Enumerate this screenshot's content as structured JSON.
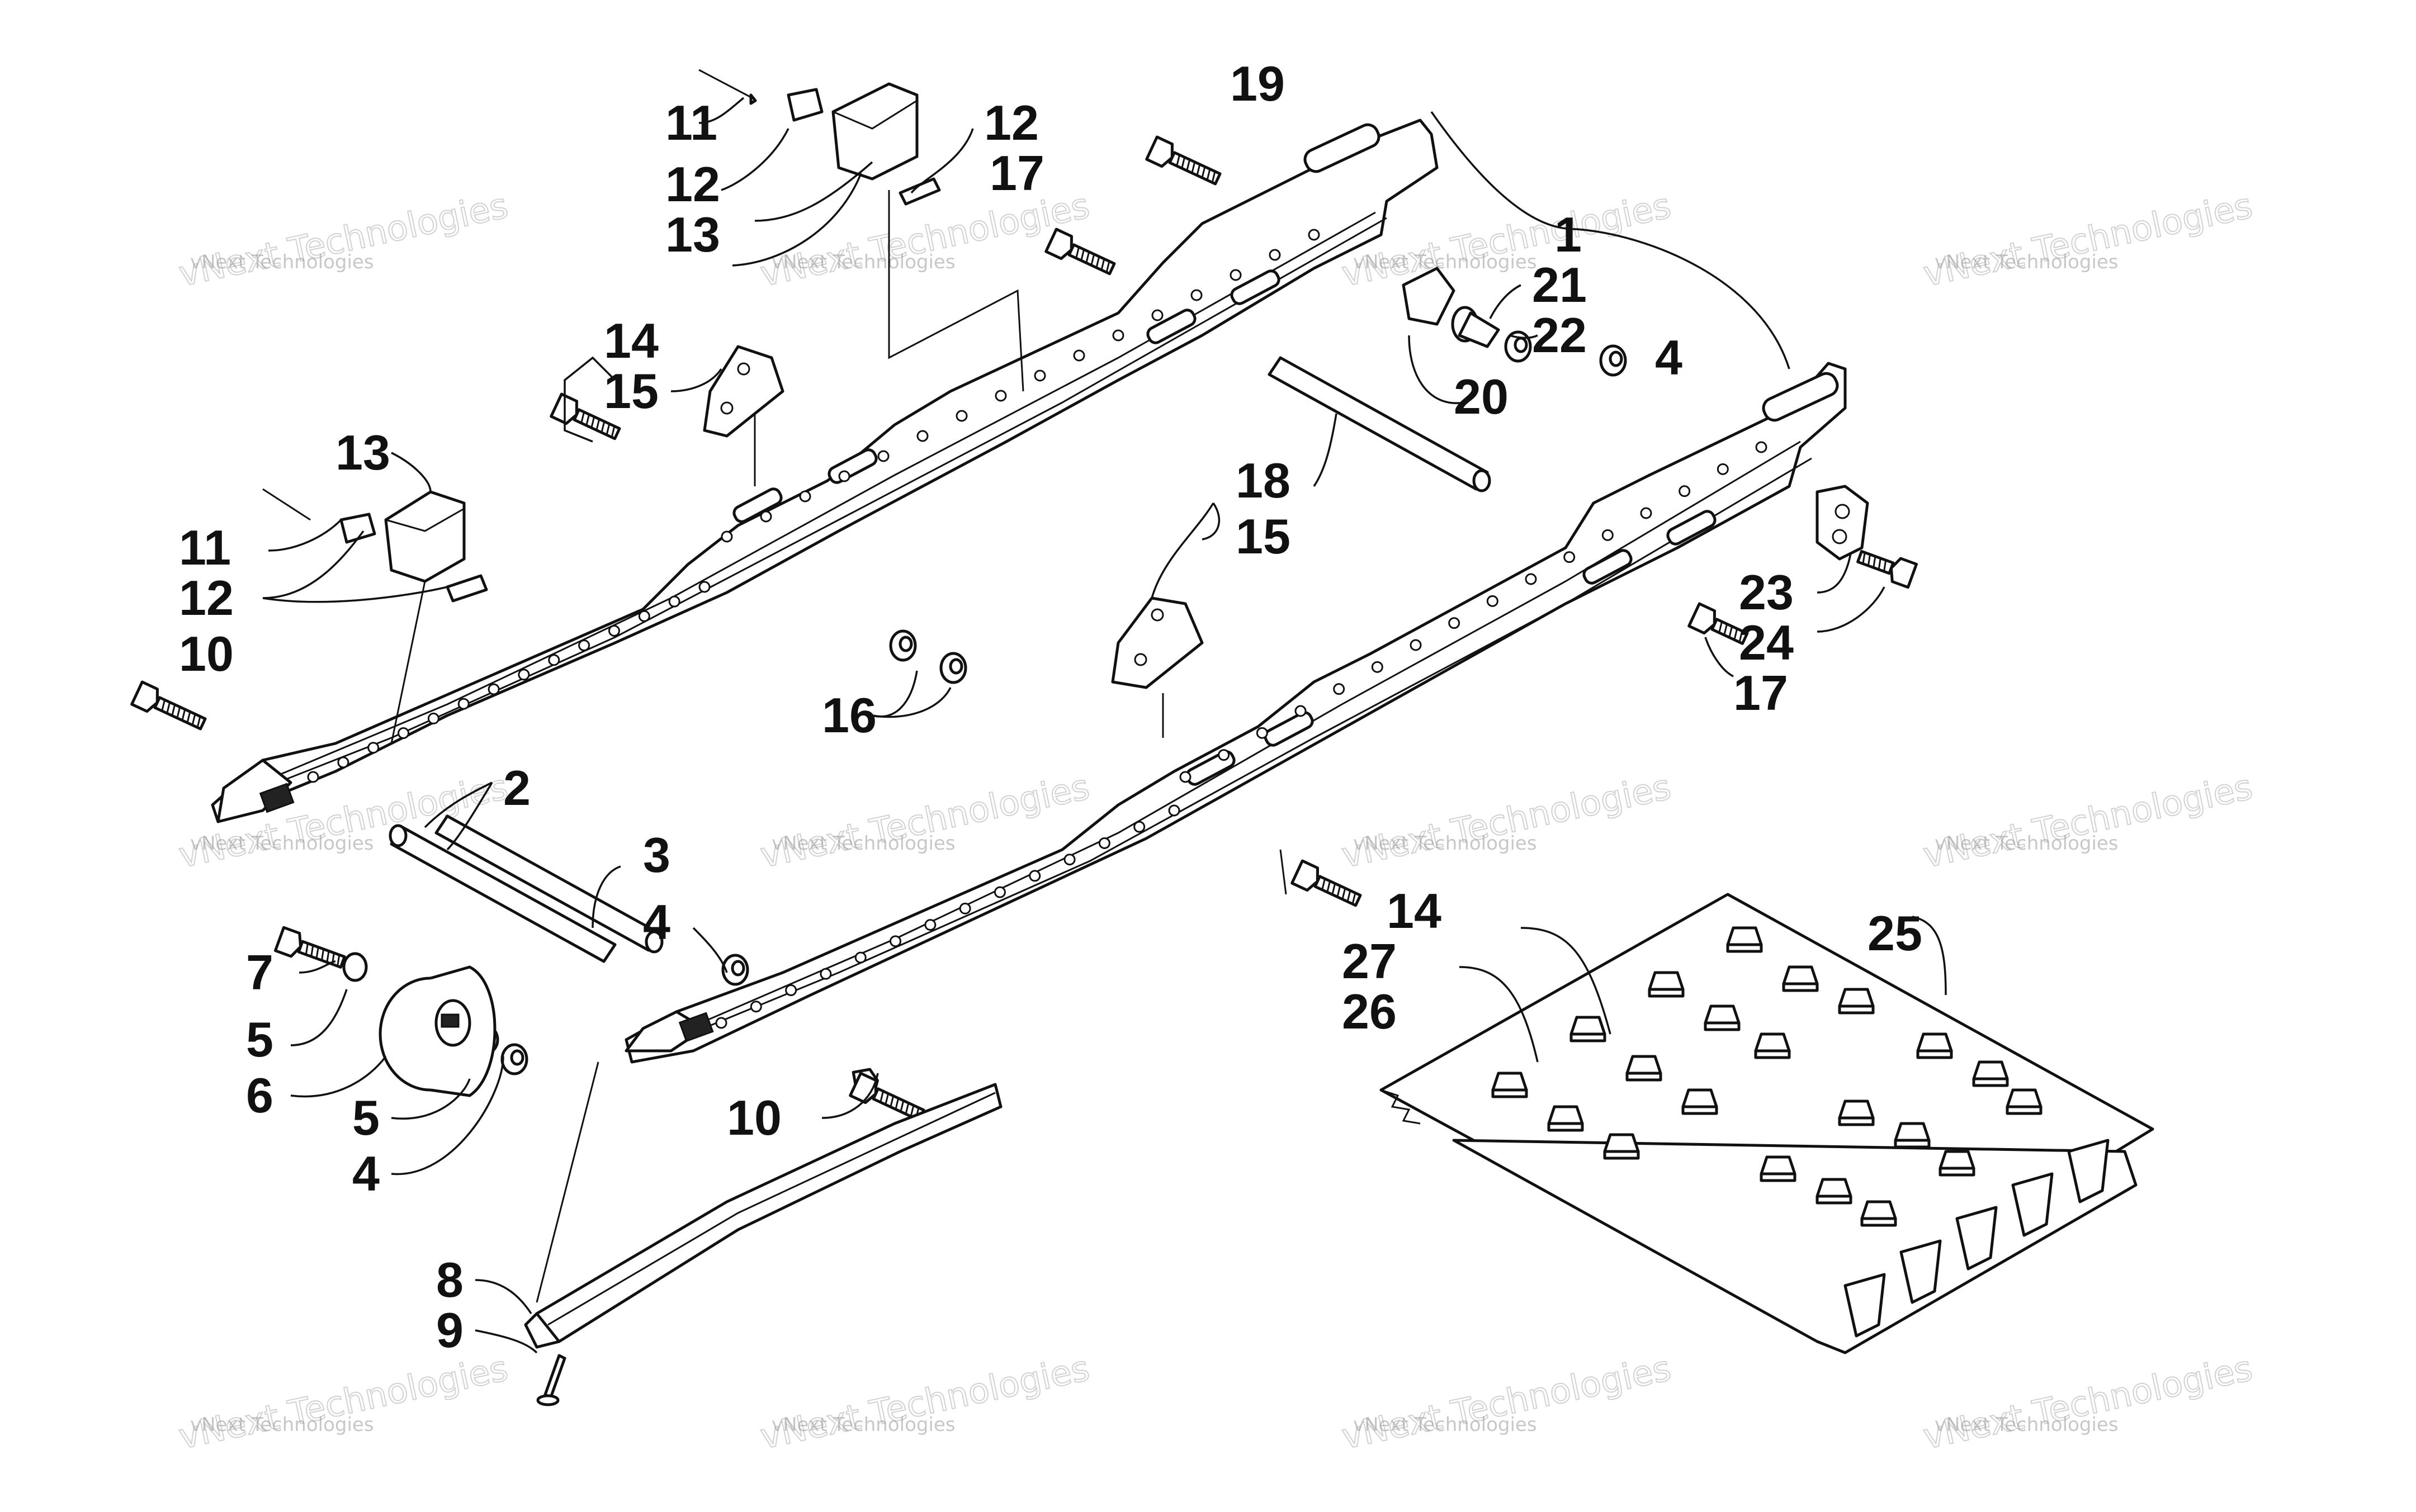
{
  "diagram": {
    "callouts": [
      {
        "id": "c1",
        "text": "1"
      },
      {
        "id": "c2",
        "text": "2"
      },
      {
        "id": "c3",
        "text": "3"
      },
      {
        "id": "c4a",
        "text": "4"
      },
      {
        "id": "c4b",
        "text": "4"
      },
      {
        "id": "c4c",
        "text": "4"
      },
      {
        "id": "c5a",
        "text": "5"
      },
      {
        "id": "c5b",
        "text": "5"
      },
      {
        "id": "c6",
        "text": "6"
      },
      {
        "id": "c7",
        "text": "7"
      },
      {
        "id": "c8",
        "text": "8"
      },
      {
        "id": "c9",
        "text": "9"
      },
      {
        "id": "c10a",
        "text": "10"
      },
      {
        "id": "c10b",
        "text": "10"
      },
      {
        "id": "c11a",
        "text": "11"
      },
      {
        "id": "c11b",
        "text": "11"
      },
      {
        "id": "c12a",
        "text": "12"
      },
      {
        "id": "c12b",
        "text": "12"
      },
      {
        "id": "c12c",
        "text": "12"
      },
      {
        "id": "c13a",
        "text": "13"
      },
      {
        "id": "c13b",
        "text": "13"
      },
      {
        "id": "c14a",
        "text": "14"
      },
      {
        "id": "c14b",
        "text": "14"
      },
      {
        "id": "c15a",
        "text": "15"
      },
      {
        "id": "c15b",
        "text": "15"
      },
      {
        "id": "c16",
        "text": "16"
      },
      {
        "id": "c17a",
        "text": "17"
      },
      {
        "id": "c17b",
        "text": "17"
      },
      {
        "id": "c18",
        "text": "18"
      },
      {
        "id": "c19",
        "text": "19"
      },
      {
        "id": "c20",
        "text": "20"
      },
      {
        "id": "c21",
        "text": "21"
      },
      {
        "id": "c22",
        "text": "22"
      },
      {
        "id": "c23",
        "text": "23"
      },
      {
        "id": "c24",
        "text": "24"
      },
      {
        "id": "c25",
        "text": "25"
      },
      {
        "id": "c26",
        "text": "26"
      },
      {
        "id": "c27",
        "text": "27"
      }
    ],
    "watermark": {
      "line1": "vNext Technologies",
      "line2": "vNext Technologies"
    }
  }
}
